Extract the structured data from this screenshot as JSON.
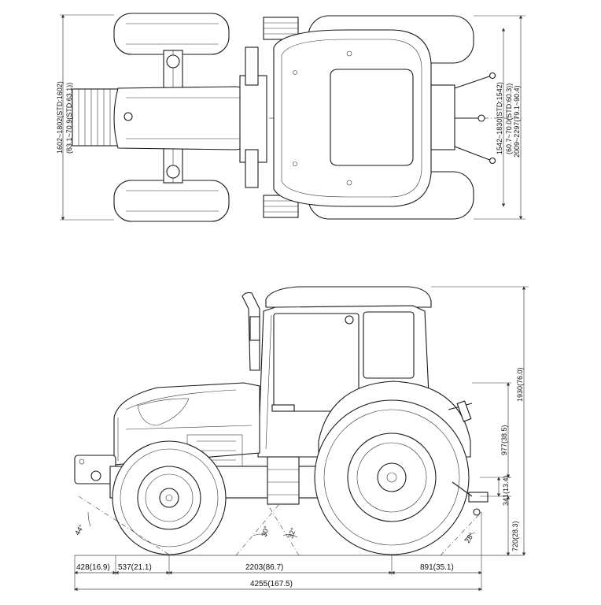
{
  "top_view": {
    "width_front_track": "1602~1802(STD:1602)",
    "width_front_track_in": "(63.1~70.9(STD:63.1))",
    "rear_track": "1542~1830(STD:1542)",
    "rear_track_in": "(60.7~70.0(STD:60.3))",
    "overall_width": "2009~2297(79.1~90.4)"
  },
  "side_view": {
    "overall_height": "1930(76.0)",
    "axle_to_hitch": "977(38.5)",
    "drawbar_height": "341(13.4)",
    "ground_clearance": "720(28.3)",
    "front_overhang": "428(16.9)",
    "front_axle_offset": "537(21.1)",
    "wheelbase": "2203(86.7)",
    "rear_overhang": "891(35.1)",
    "overall_length": "4255(167.5)",
    "angle_front": "44°",
    "angle_mid_left": "30°",
    "angle_mid_right": "32°",
    "angle_rear": "28°"
  }
}
